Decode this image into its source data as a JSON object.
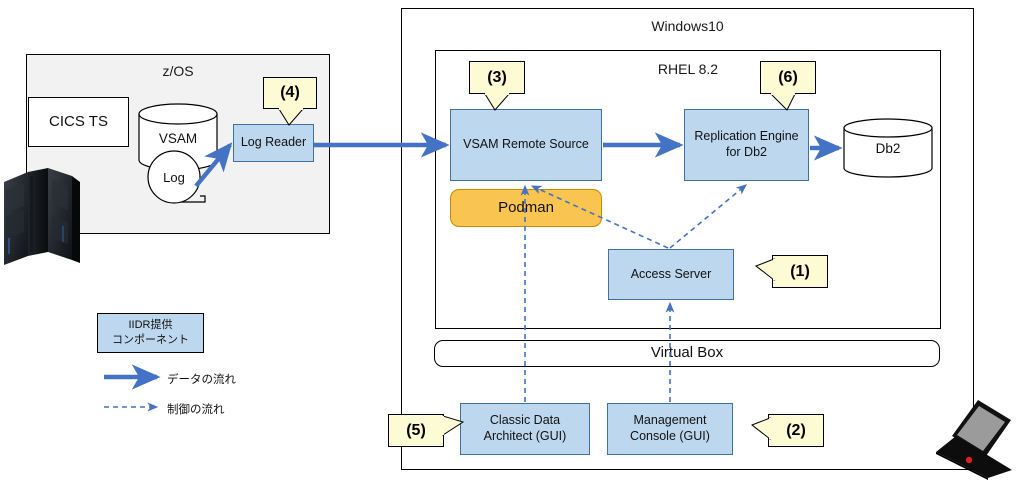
{
  "diagram": {
    "containers": [
      {
        "id": "zos",
        "label": "z/OS"
      },
      {
        "id": "win",
        "label": "Windows10"
      },
      {
        "id": "rhel",
        "label": "RHEL 8.2"
      }
    ],
    "nodes": [
      {
        "id": "cics",
        "label": "CICS TS",
        "kind": "plain-box"
      },
      {
        "id": "vsam",
        "label": "VSAM",
        "kind": "cylinder"
      },
      {
        "id": "log",
        "label": "Log",
        "kind": "circle"
      },
      {
        "id": "logreader",
        "label": "Log Reader",
        "kind": "iidr-box"
      },
      {
        "id": "vsamremote",
        "label": "VSAM Remote Source",
        "kind": "iidr-box"
      },
      {
        "id": "podman",
        "label": "Podman",
        "kind": "rounded-box"
      },
      {
        "id": "replengine1",
        "label": "Replication Engine",
        "kind": "iidr-box"
      },
      {
        "id": "replengine2",
        "label": "for Db2",
        "kind": "iidr-box"
      },
      {
        "id": "db2",
        "label": "Db2",
        "kind": "cylinder"
      },
      {
        "id": "accessserver",
        "label": "Access Server",
        "kind": "iidr-box"
      },
      {
        "id": "virtualbox",
        "label": "Virtual Box",
        "kind": "rounded-box"
      },
      {
        "id": "cda1",
        "label": "Classic Data",
        "kind": "iidr-box"
      },
      {
        "id": "cda2",
        "label": "Architect (GUI)",
        "kind": "iidr-box"
      },
      {
        "id": "mc1",
        "label": "Management",
        "kind": "iidr-box"
      },
      {
        "id": "mc2",
        "label": "Console (GUI)",
        "kind": "iidr-box"
      }
    ],
    "callouts": [
      {
        "id": "c1",
        "label": "(1)",
        "tail": "left"
      },
      {
        "id": "c2",
        "label": "(2)",
        "tail": "left"
      },
      {
        "id": "c3",
        "label": "(3)",
        "tail": "down"
      },
      {
        "id": "c4",
        "label": "(4)",
        "tail": "down"
      },
      {
        "id": "c5",
        "label": "(5)",
        "tail": "right"
      },
      {
        "id": "c6",
        "label": "(6)",
        "tail": "down"
      }
    ],
    "legend": {
      "component_box_line1": "IIDR提供",
      "component_box_line2": "コンポーネント",
      "data_flow_label": "データの流れ",
      "control_flow_label": "制御の流れ"
    },
    "colors": {
      "iidr_component_fill": "#bdd7ee",
      "iidr_component_stroke": "#41719c",
      "podman_fill": "#fac450",
      "callout_fill": "#fdfbd4",
      "zos_fill": "#f2f2f2",
      "data_flow_arrow": "#4472c4",
      "control_flow_arrow": "#4472c4",
      "laptop_accent": "#e02020"
    },
    "icons": {
      "mainframe": "mainframe-icon",
      "laptop": "laptop-icon"
    }
  }
}
